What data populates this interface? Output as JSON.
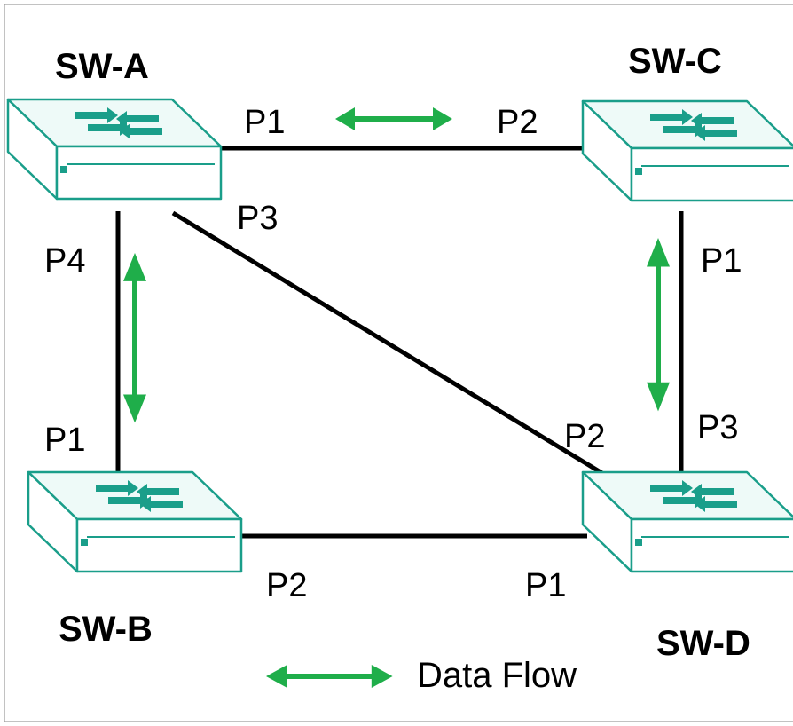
{
  "switches": {
    "a": {
      "name": "SW-A"
    },
    "b": {
      "name": "SW-B"
    },
    "c": {
      "name": "SW-C"
    },
    "d": {
      "name": "SW-D"
    }
  },
  "ports": {
    "a_p1": "P1",
    "a_p3": "P3",
    "a_p4": "P4",
    "c_p2": "P2",
    "c_p1": "P1",
    "d_p3": "P3",
    "d_p2": "P2",
    "d_p1": "P1",
    "b_p1": "P1",
    "b_p2": "P2"
  },
  "legend": {
    "label": "Data Flow"
  },
  "colors": {
    "switch_teal": "#1a9e8a",
    "flow_green": "#1fae4a",
    "link_black": "#000000"
  },
  "icons": {
    "switch": "network-switch-icon",
    "flow": "double-arrow-icon"
  }
}
